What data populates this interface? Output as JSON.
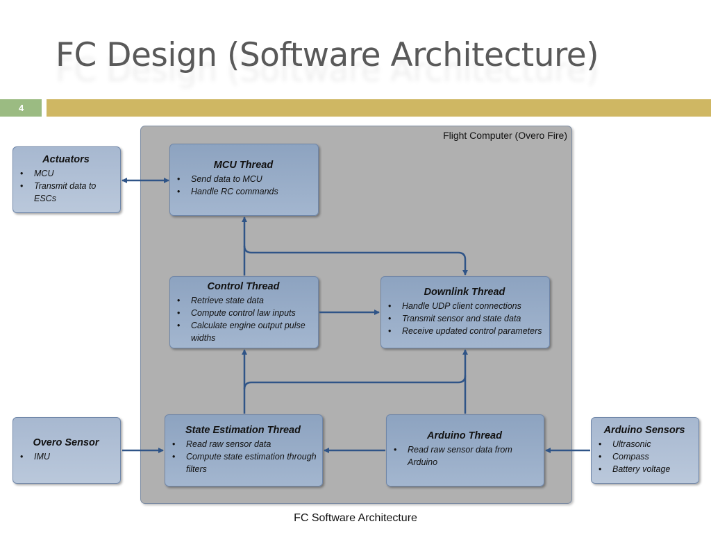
{
  "slide": {
    "title": "FC Design (Software Architecture)",
    "page_number": "4",
    "caption": "FC Software Architecture"
  },
  "container": {
    "label": "Flight Computer (Overo Fire)"
  },
  "boxes": {
    "actuators": {
      "title": "Actuators",
      "items": [
        "MCU",
        "Transmit data to ESCs"
      ]
    },
    "mcu_thread": {
      "title": "MCU Thread",
      "items": [
        "Send data to MCU",
        "Handle RC commands"
      ]
    },
    "control_thread": {
      "title": "Control Thread",
      "items": [
        "Retrieve state data",
        "Compute control law inputs",
        "Calculate engine output pulse widths"
      ]
    },
    "downlink_thread": {
      "title": "Downlink Thread",
      "items": [
        "Handle UDP client connections",
        "Transmit sensor and state data",
        "Receive updated control parameters"
      ]
    },
    "state_estimation_thread": {
      "title": "State Estimation Thread",
      "items": [
        "Read raw sensor data",
        "Compute state estimation through filters"
      ]
    },
    "arduino_thread": {
      "title": "Arduino Thread",
      "items": [
        "Read raw sensor data from Arduino"
      ]
    },
    "overo_sensor": {
      "title": "Overo Sensor",
      "items": [
        "IMU"
      ]
    },
    "arduino_sensors": {
      "title": "Arduino Sensors",
      "items": [
        "Ultrasonic",
        "Compass",
        "Battery voltage"
      ]
    }
  },
  "colors": {
    "accent_bar": "#cfb763",
    "page_number_bar": "#9bbb82",
    "connector": "#2f5487",
    "container": "#b0b0b0"
  }
}
